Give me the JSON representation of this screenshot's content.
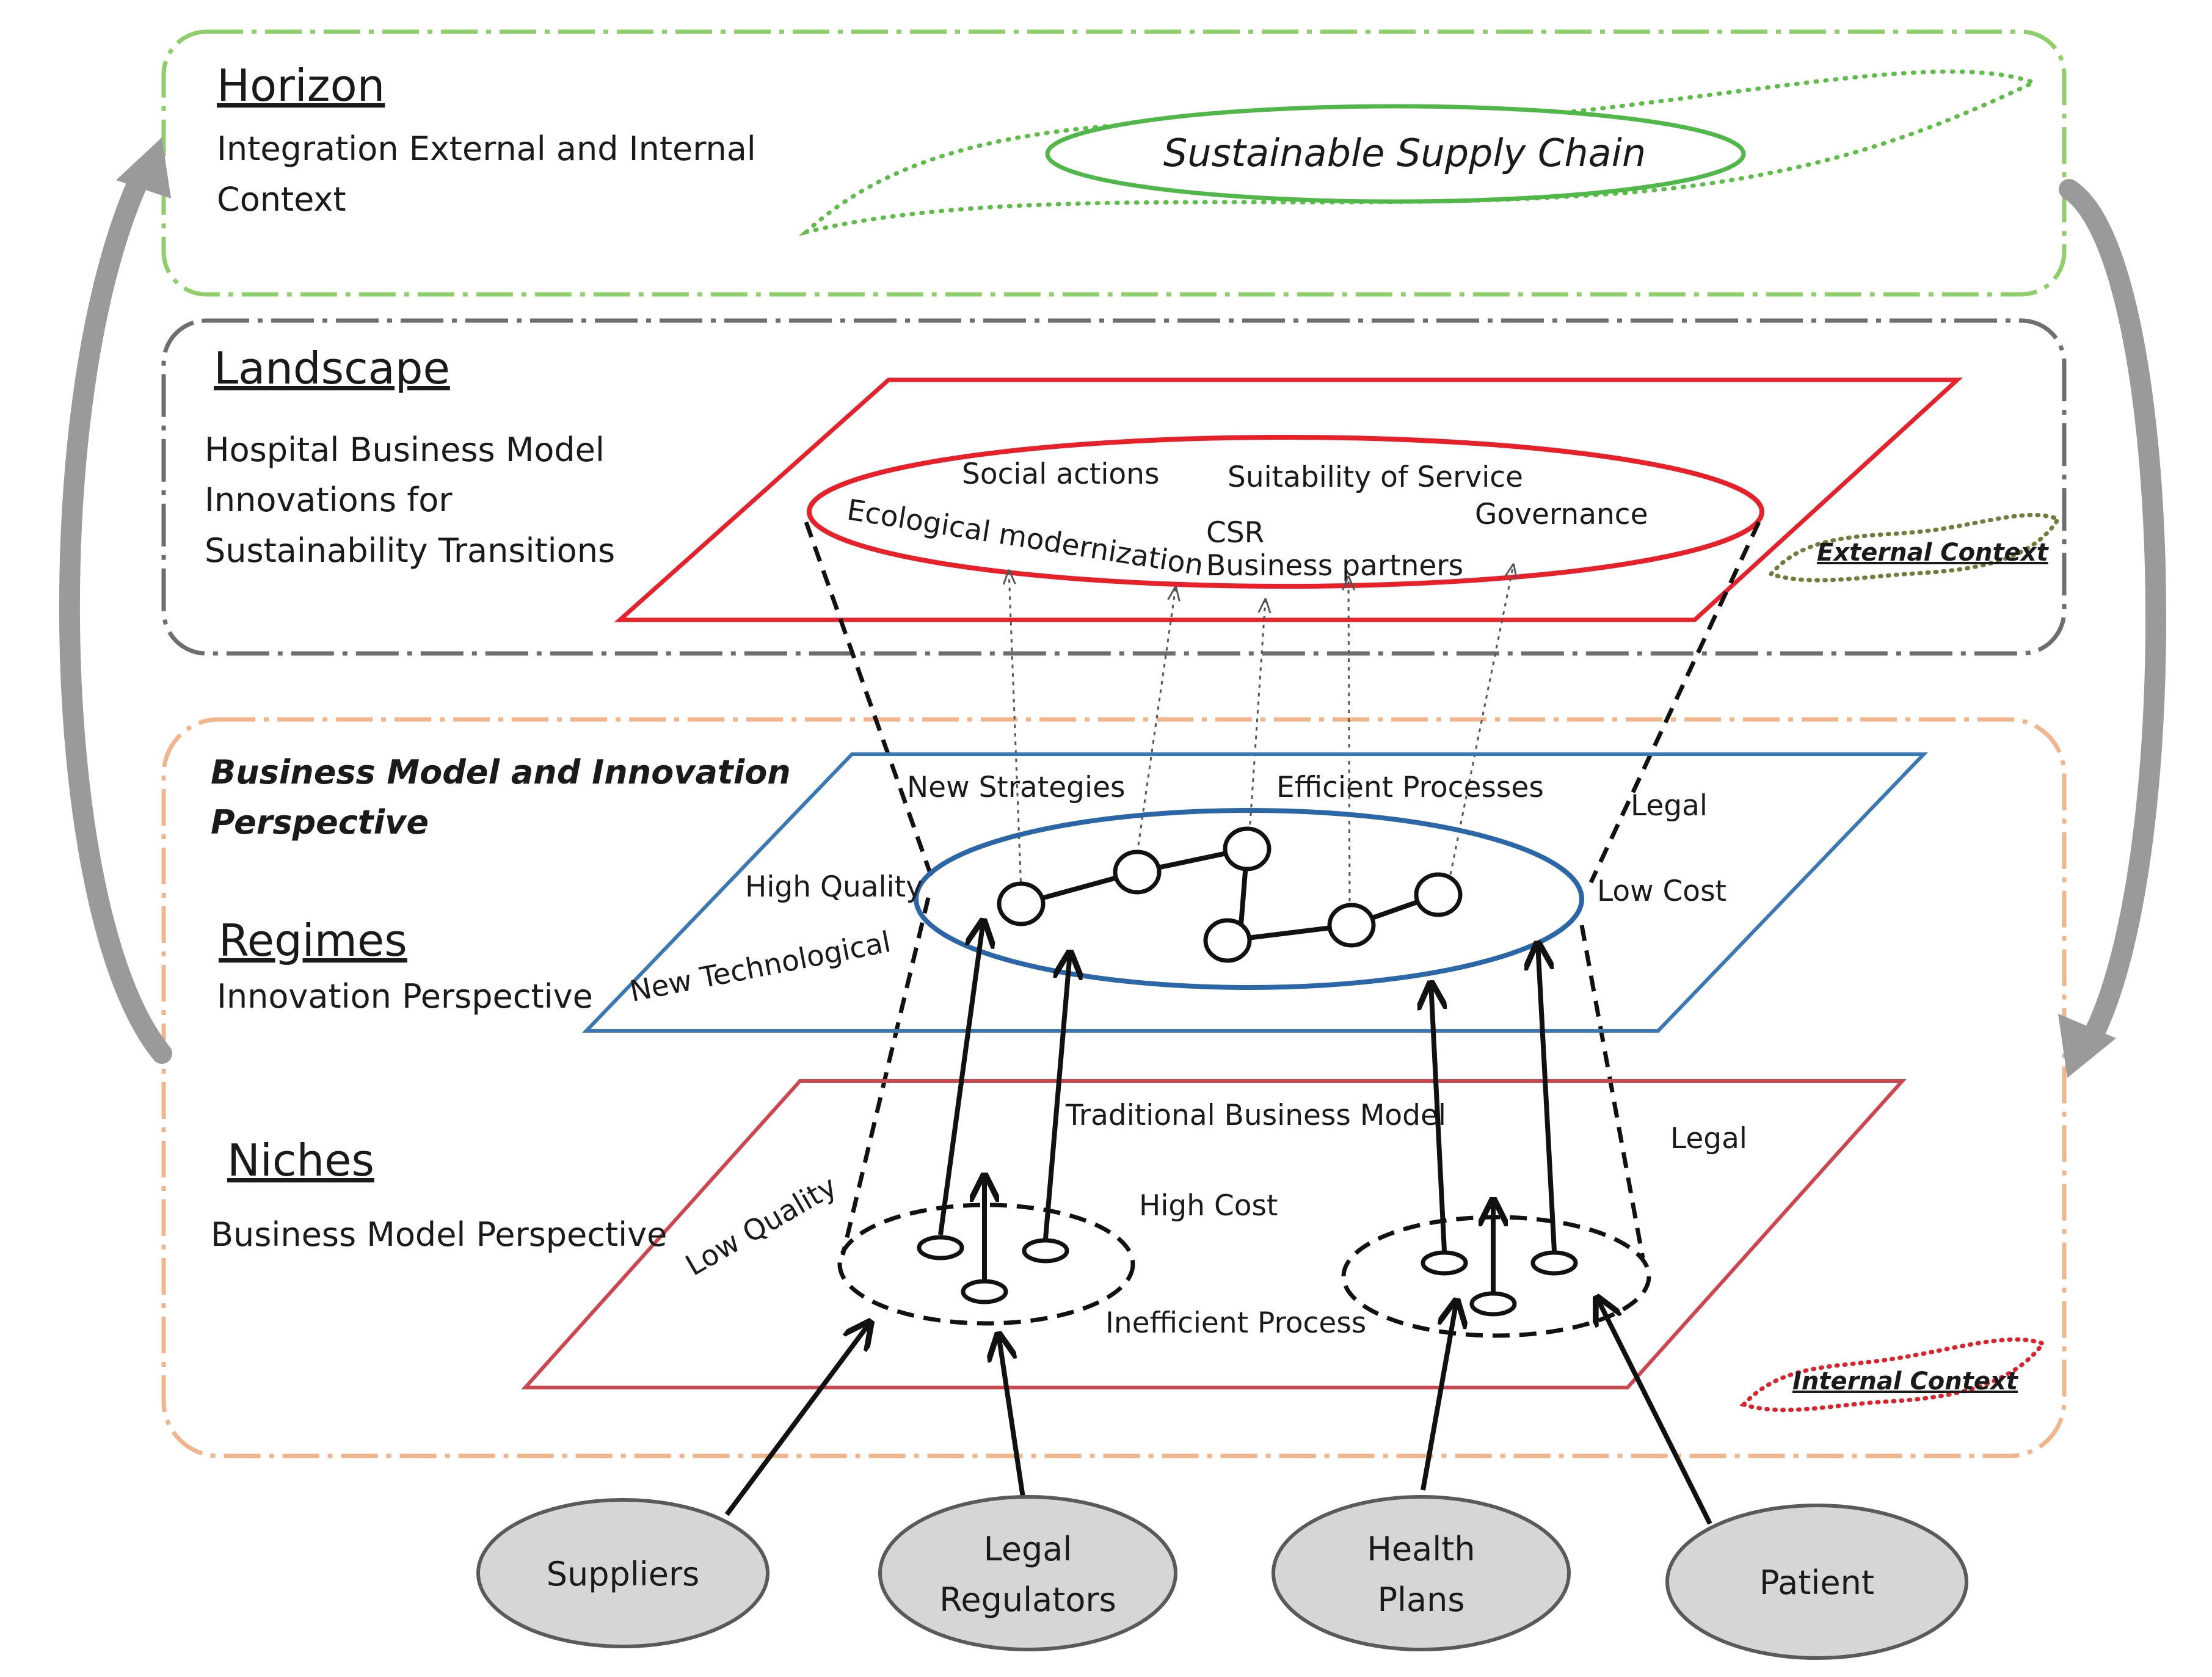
{
  "colors": {
    "horizon": "#8fcf6a",
    "landscape": "#6e6e6e",
    "internal": "#f2b48a",
    "landscape_plane": "#e8202a",
    "regimes_plane": "#3a78b5",
    "niches_plane": "#d0444e",
    "ellipse_green": "#4fb848",
    "actor_fill": "#d6d6d6",
    "side_arrow": "#9a9a9a"
  },
  "horizon": {
    "title": "Horizon",
    "subtitle_line1": "Integration External and Internal",
    "subtitle_line2": "Context",
    "ellipse_label": "Sustainable Supply Chain"
  },
  "landscape": {
    "title": "Landscape",
    "subtitle_line1": "Hospital Business Model",
    "subtitle_line2": "Innovations for",
    "subtitle_line3": "Sustainability Transitions",
    "labels": {
      "social_actions": "Social actions",
      "suitability": "Suitability of Service",
      "ecological": "Ecological modernization",
      "csr": "CSR",
      "business_partners": "Business partners",
      "governance": "Governance"
    },
    "external_context": "External Context"
  },
  "internal": {
    "heading_line1": "Business Model and Innovation",
    "heading_line2": "Perspective",
    "internal_context": "Internal Context"
  },
  "regimes": {
    "title": "Regimes",
    "subtitle": "Innovation Perspective",
    "labels": {
      "new_strategies": "New Strategies",
      "efficient_processes": "Efficient Processes",
      "legal": "Legal",
      "high_quality": "High Quality",
      "low_cost": "Low Cost",
      "new_technological": "New Technological"
    }
  },
  "niches": {
    "title": "Niches",
    "subtitle": "Business Model Perspective",
    "labels": {
      "traditional": "Traditional Business Model",
      "legal": "Legal",
      "high_cost": "High Cost",
      "low_quality": "Low Quality",
      "inefficient": "Inefficient Process"
    }
  },
  "actors": {
    "suppliers": "Suppliers",
    "legal_line1": "Legal",
    "legal_line2": "Regulators",
    "health_line1": "Health",
    "health_line2": "Plans",
    "patient": "Patient"
  }
}
